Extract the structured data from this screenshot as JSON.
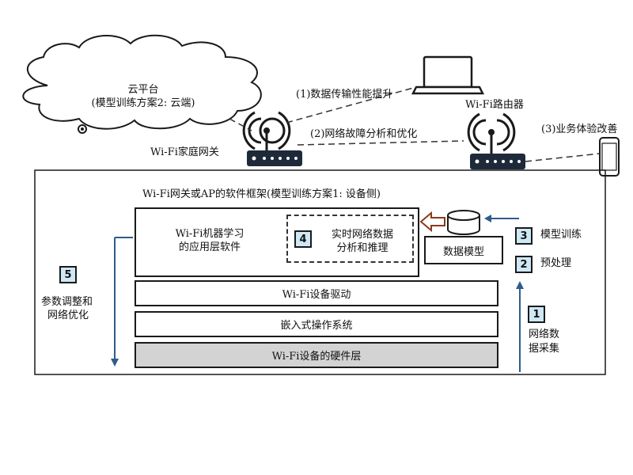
{
  "cloud": {
    "line1": "云平台",
    "line2": "(模型训练方案2: 云端)"
  },
  "links": {
    "l1": "(1)数据传输性能提升",
    "l2": "(2)网络故障分析和优化",
    "l3": "(3)业务体验改善"
  },
  "devices": {
    "gateway": "Wi-Fi家庭网关",
    "router": "Wi-Fi路由器"
  },
  "framework": {
    "title": "Wi-Fi网关或AP的软件框架(模型训练方案1: 设备侧)",
    "app_line1": "Wi-Fi机器学习",
    "app_line2": "的应用层软件",
    "analysis_line1": "实时网络数据",
    "analysis_line2": "分析和推理",
    "data_model": "数据模型",
    "driver": "Wi-Fi设备驱动",
    "os": "嵌入式操作系统",
    "hardware": "Wi-Fi设备的硬件层"
  },
  "steps": {
    "s1_num": "1",
    "s1_line1": "网络数",
    "s1_line2": "据采集",
    "s2_num": "2",
    "s2_label": "预处理",
    "s3_num": "3",
    "s3_label": "模型训练",
    "s4_num": "4",
    "s5_num": "5",
    "s5_line1": "参数调整和",
    "s5_line2": "网络优化"
  },
  "colors": {
    "badge": "#cfe8f5",
    "hardware_fill": "#d3d3d3",
    "arrow_blue": "#2f5c8a",
    "arrow_brown": "#8b3a1a"
  }
}
